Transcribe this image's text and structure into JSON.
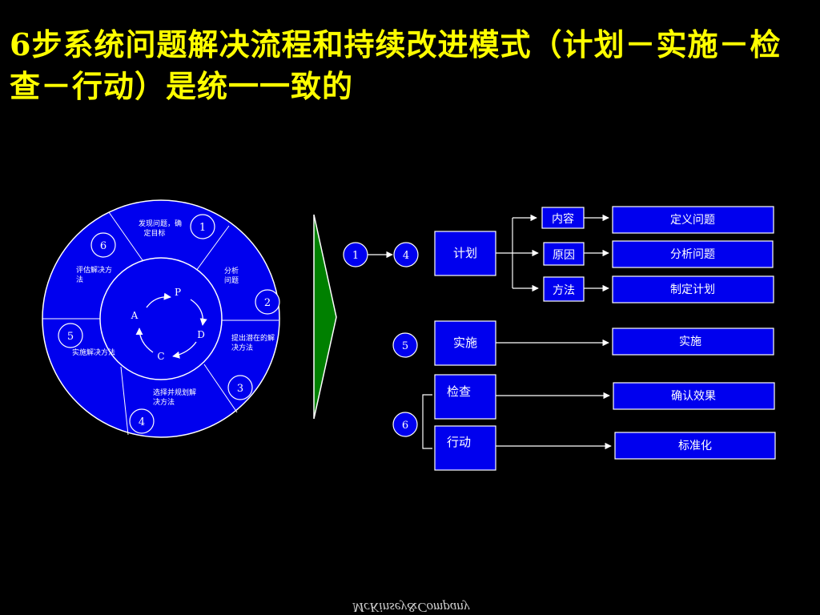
{
  "title": "6步系统问题解决流程和持续改进模式（计划－实施－检查－行动）是统一一致的",
  "colors": {
    "background": "#000000",
    "title": "#ffff00",
    "box_fill": "#0000ee",
    "arrow_green": "#008000",
    "line": "#ffffff"
  },
  "wheel": {
    "steps": [
      {
        "number": "1",
        "label": "发现问题，确定目标"
      },
      {
        "number": "2",
        "label": "分析问题"
      },
      {
        "number": "3",
        "label": "提出潜在的解决方法"
      },
      {
        "number": "4",
        "label": "选择并规划解决方法"
      },
      {
        "number": "5",
        "label": "实施解决方法"
      },
      {
        "number": "6",
        "label": "评估解决方法"
      }
    ],
    "cycle": {
      "p": "P",
      "d": "D",
      "c": "C",
      "a": "A"
    }
  },
  "flow": {
    "plan_circles": [
      "1",
      "4"
    ],
    "do_circle": "5",
    "check_circle": "6",
    "plan": {
      "label": "计划",
      "branches": [
        "内容",
        "原因",
        "方法"
      ],
      "results": [
        "定义问题",
        "分析问题",
        "制定计划"
      ]
    },
    "do": {
      "label": "实施",
      "result": "实施"
    },
    "check": {
      "label": "检查",
      "result": "确认效果"
    },
    "act": {
      "label": "行动",
      "result": "标准化"
    }
  },
  "watermark": "McKinsey&Company"
}
